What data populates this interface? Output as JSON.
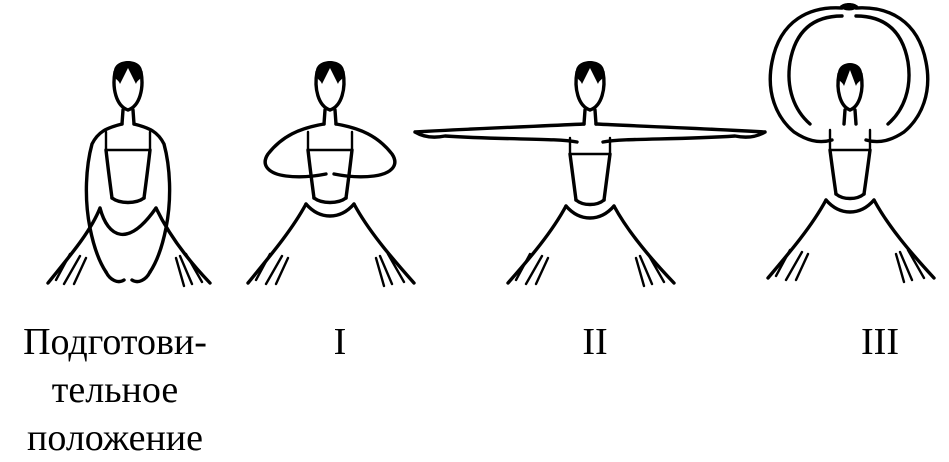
{
  "positions": [
    {
      "id": "preparatory",
      "label_lines": [
        "Подготови-",
        "тельное",
        "положение"
      ]
    },
    {
      "id": "first",
      "label_lines": [
        "I"
      ]
    },
    {
      "id": "second",
      "label_lines": [
        "II"
      ]
    },
    {
      "id": "third",
      "label_lines": [
        "III"
      ]
    }
  ]
}
